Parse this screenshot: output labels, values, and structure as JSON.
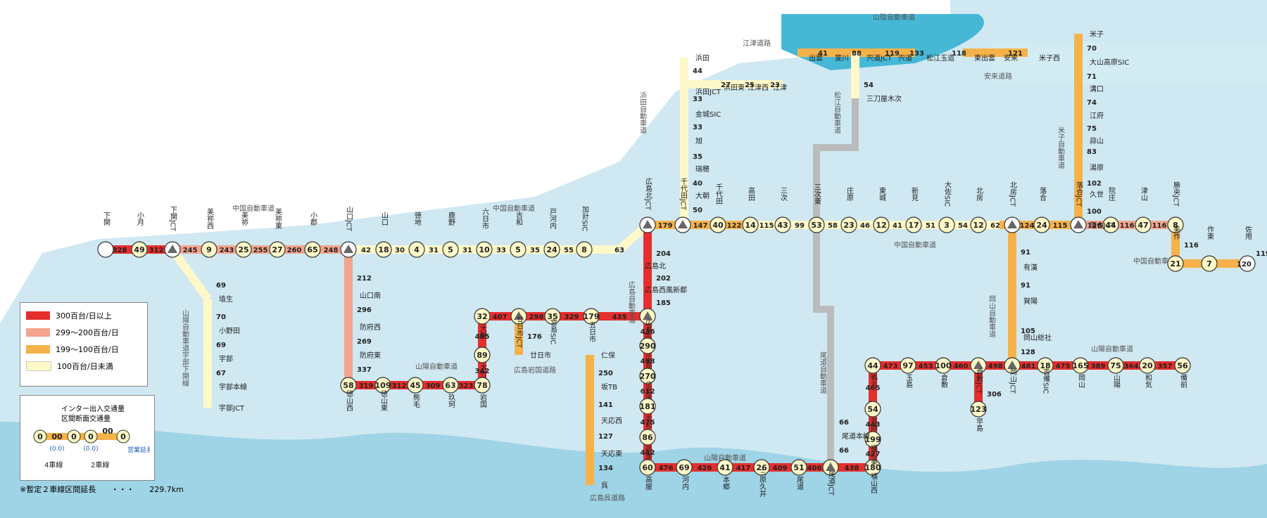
{
  "legend": {
    "items": [
      {
        "label": "300百台/日以上",
        "color": "#e62e2d"
      },
      {
        "label": "299〜200百台/日",
        "color": "#f4a48e"
      },
      {
        "label": "199〜100百台/日",
        "color": "#f6b24a"
      },
      {
        "label": "100百台/日未満",
        "color": "#fff8c8"
      }
    ]
  },
  "key": {
    "ic_volume": "インター出入交通量",
    "section_volume": "区間断面交通量",
    "sample_node": "0",
    "sample_vol": "00",
    "sample_len": "(0.0)",
    "operating_length": "営業延長(km)",
    "four_lane": "4車線",
    "two_lane": "2車線"
  },
  "footnote": {
    "label": "※暫定２車線区間延長",
    "dots": "・・・",
    "value": "229.7km"
  },
  "route_names": [
    "中国自動車道",
    "中国自動車道",
    "中国自動車道",
    "中国自動車道",
    "山陽自動車道",
    "山陽自動車道",
    "山陽自動車道",
    "山陰自動車道",
    "江津道路",
    "安来道路",
    "米子自動車道",
    "岡山自動車道",
    "尾道自動車道",
    "松江自動車道",
    "浜田自動車道",
    "広島自動車道",
    "山陽自動車道宇部下関線",
    "広島岩国道路",
    "広島呉道路"
  ],
  "interchanges": [
    {
      "name": "下関",
      "vol": "",
      "color": "#ffffff"
    },
    {
      "name": "小月",
      "vol": "49",
      "color": "#fff8c8"
    },
    {
      "name": "下関JCT",
      "vol": "",
      "color": "#aaaaaa"
    },
    {
      "name": "美祢西",
      "vol": "9",
      "color": "#fff8c8"
    },
    {
      "name": "美祢",
      "vol": "25",
      "color": "#fff8c8"
    },
    {
      "name": "美祢東",
      "vol": "27",
      "color": "#fff8c8"
    },
    {
      "name": "小郡",
      "vol": "65",
      "color": "#fff8c8"
    },
    {
      "name": "山口JCT",
      "vol": "",
      "color": "#aaaaaa"
    },
    {
      "name": "山口",
      "vol": "18",
      "color": "#fff8c8"
    },
    {
      "name": "徳地",
      "vol": "4",
      "color": "#fff8c8"
    },
    {
      "name": "鹿野",
      "vol": "5",
      "color": "#fff8c8"
    },
    {
      "name": "六日市",
      "vol": "10",
      "color": "#fff8c8"
    },
    {
      "name": "吉和",
      "vol": "5",
      "color": "#fff8c8"
    },
    {
      "name": "戸河内",
      "vol": "24",
      "color": "#fff8c8"
    },
    {
      "name": "加計SIC",
      "vol": "8",
      "color": "#fff8c8"
    },
    {
      "name": "広島北JCT",
      "vol": "",
      "color": "#aaaaaa"
    },
    {
      "name": "千代田JCT",
      "vol": "",
      "color": "#aaaaaa"
    },
    {
      "name": "千代田",
      "vol": "40",
      "color": "#fff8c8"
    },
    {
      "name": "高田",
      "vol": "14",
      "color": "#fff8c8"
    },
    {
      "name": "三次",
      "vol": "43",
      "color": "#fff8c8"
    },
    {
      "name": "三次東",
      "vol": "53",
      "color": "#fff8c8"
    },
    {
      "name": "庄原",
      "vol": "23",
      "color": "#fff8c8"
    },
    {
      "name": "東城",
      "vol": "12",
      "color": "#fff8c8"
    },
    {
      "name": "新見",
      "vol": "17",
      "color": "#fff8c8"
    },
    {
      "name": "大佐SIC",
      "vol": "3",
      "color": "#fff8c8"
    },
    {
      "name": "北房",
      "vol": "12",
      "color": "#fff8c8"
    },
    {
      "name": "北房JCT",
      "vol": "",
      "color": "#aaaaaa"
    },
    {
      "name": "落合",
      "vol": "24",
      "color": "#fff8c8"
    },
    {
      "name": "落合JCT",
      "vol": "",
      "color": "#aaaaaa"
    },
    {
      "name": "院庄",
      "vol": "44",
      "color": "#fff8c8"
    },
    {
      "name": "津山",
      "vol": "47",
      "color": "#fff8c8"
    },
    {
      "name": "勝央JCT",
      "vol": "8",
      "color": "#fff8c8"
    },
    {
      "name": "美作",
      "vol": "21",
      "color": "#fff8c8"
    },
    {
      "name": "作東",
      "vol": "7",
      "color": "#fff8c8"
    },
    {
      "name": "佐用",
      "vol": "",
      "color": "#ffffff"
    }
  ],
  "sanyo": [
    {
      "name": "徳山西",
      "vol": "58"
    },
    {
      "name": "徳山東",
      "vol": "109"
    },
    {
      "name": "熊毛",
      "vol": "45"
    },
    {
      "name": "玖珂",
      "vol": "63"
    },
    {
      "name": "岩国",
      "vol": "78"
    },
    {
      "name": "大竹",
      "vol": "89"
    },
    {
      "name": "大野",
      "vol": "32"
    },
    {
      "name": "廿日市JCT",
      "vol": ""
    },
    {
      "name": "宮島SIC",
      "vol": "35"
    },
    {
      "name": "五日市",
      "vol": "179"
    },
    {
      "name": "広島JCT",
      "vol": ""
    },
    {
      "name": "広島",
      "vol": "290"
    },
    {
      "name": "広島東",
      "vol": "270"
    },
    {
      "name": "志和",
      "vol": "181"
    },
    {
      "name": "西条",
      "vol": "86"
    },
    {
      "name": "高屋",
      "vol": "60"
    },
    {
      "name": "河内",
      "vol": "69"
    },
    {
      "name": "本郷",
      "vol": "41"
    },
    {
      "name": "三原久井",
      "vol": "26"
    },
    {
      "name": "尾道",
      "vol": "51"
    },
    {
      "name": "尾道JCT",
      "vol": ""
    },
    {
      "name": "福山西",
      "vol": "180"
    },
    {
      "name": "福山東",
      "vol": "199"
    },
    {
      "name": "笠岡",
      "vol": "54"
    },
    {
      "name": "鴨方",
      "vol": "44"
    },
    {
      "name": "玉島",
      "vol": "97"
    },
    {
      "name": "倉敷",
      "vol": "100"
    },
    {
      "name": "倉敷JCT",
      "vol": ""
    },
    {
      "name": "岡山JCT",
      "vol": ""
    },
    {
      "name": "吉備SIC",
      "vol": "18"
    },
    {
      "name": "岡山",
      "vol": "165"
    },
    {
      "name": "山陽",
      "vol": "75"
    },
    {
      "name": "和気",
      "vol": "20"
    },
    {
      "name": "備前",
      "vol": "56"
    },
    {
      "name": "早島",
      "vol": "123"
    }
  ],
  "section_volumes": {
    "chugoku": [
      "328",
      "312",
      "245",
      "243",
      "255",
      "260",
      "248",
      "42",
      "30",
      "31",
      "31",
      "33",
      "35",
      "55",
      "63",
      "179",
      "147",
      "122",
      "115",
      "99",
      "58",
      "46",
      "41",
      "51",
      "54",
      "62",
      "124",
      "115",
      "126",
      "116",
      "116"
    ],
    "sanyo": [
      "319",
      "312",
      "309",
      "323",
      "342",
      "405",
      "407",
      "298",
      "329",
      "435",
      "436",
      "498",
      "612",
      "475",
      "442",
      "476",
      "426",
      "417",
      "409",
      "406",
      "438",
      "427",
      "443",
      "465",
      "473",
      "453",
      "460",
      "498",
      "481",
      "475",
      "389",
      "364",
      "357"
    ],
    "other": [
      "212",
      "296",
      "269",
      "337",
      "204",
      "202",
      "185",
      "176",
      "250",
      "141",
      "127",
      "134",
      "116",
      "120",
      "119",
      "91",
      "91",
      "105",
      "128",
      "306",
      "66",
      "66",
      "54",
      "119",
      "133",
      "118",
      "121",
      "69",
      "70",
      "69",
      "67",
      "44",
      "33",
      "33",
      "35",
      "40",
      "50",
      "27",
      "25",
      "23",
      "41",
      "88",
      "70",
      "71",
      "74",
      "75",
      "83",
      "102",
      "100"
    ]
  },
  "ic_names_other": [
    "山口南",
    "防府西",
    "防府東",
    "広島北",
    "広島西風新都",
    "廿日市",
    "仁保",
    "坂TB",
    "天応西",
    "天応東",
    "呉",
    "有漢",
    "賀陽",
    "岡山総社",
    "尾道本線",
    "浜田",
    "浜田JCT",
    "金城SIC",
    "旭",
    "瑞穂",
    "大朝",
    "浜田東",
    "江津西",
    "江津",
    "出雲",
    "斐川",
    "宍道JCT",
    "宍道",
    "松江玉造",
    "東出雲",
    "安来",
    "米子西",
    "米子",
    "大山高原SIC",
    "溝口",
    "江府",
    "蒜山",
    "湯原",
    "久世",
    "三刀屋木次",
    "埴生",
    "小野田",
    "宇部",
    "宇部本線",
    "宇部JCT",
    "落合JCT"
  ]
}
